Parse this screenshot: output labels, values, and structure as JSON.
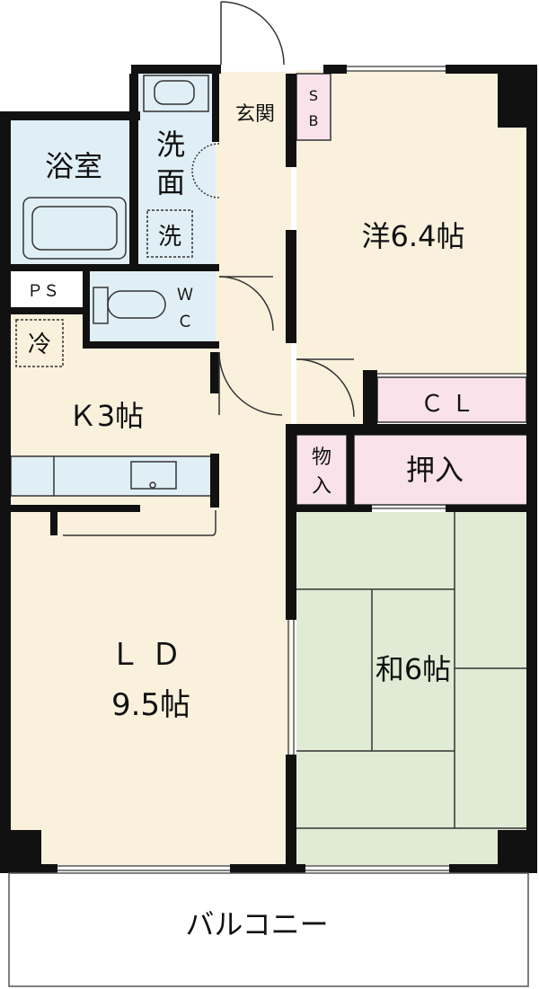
{
  "plan": {
    "rooms": {
      "entrance": "玄関",
      "shoe_box": [
        "S",
        "B"
      ],
      "western_room": "洋6.4帖",
      "bathroom": "浴室",
      "washroom": [
        "洗",
        "面"
      ],
      "washer": "洗",
      "pipe_space": "ＰＳ",
      "toilet": [
        "Ｗ",
        "Ｃ"
      ],
      "fridge": "冷",
      "kitchen": "Ｋ3帖",
      "closet": "ＣＬ",
      "storage": [
        "物",
        "入"
      ],
      "oshiire": "押入",
      "living_dining": [
        "ＬＤ",
        "9.5帖"
      ],
      "japanese_room": "和6帖",
      "balcony": "バルコニー"
    },
    "colors": {
      "floor": "#faf1dd",
      "wet_area": "#e0eff6",
      "storage": "#f9e2ea",
      "tatami": "#e0ebd5",
      "wall": "#111111"
    }
  }
}
